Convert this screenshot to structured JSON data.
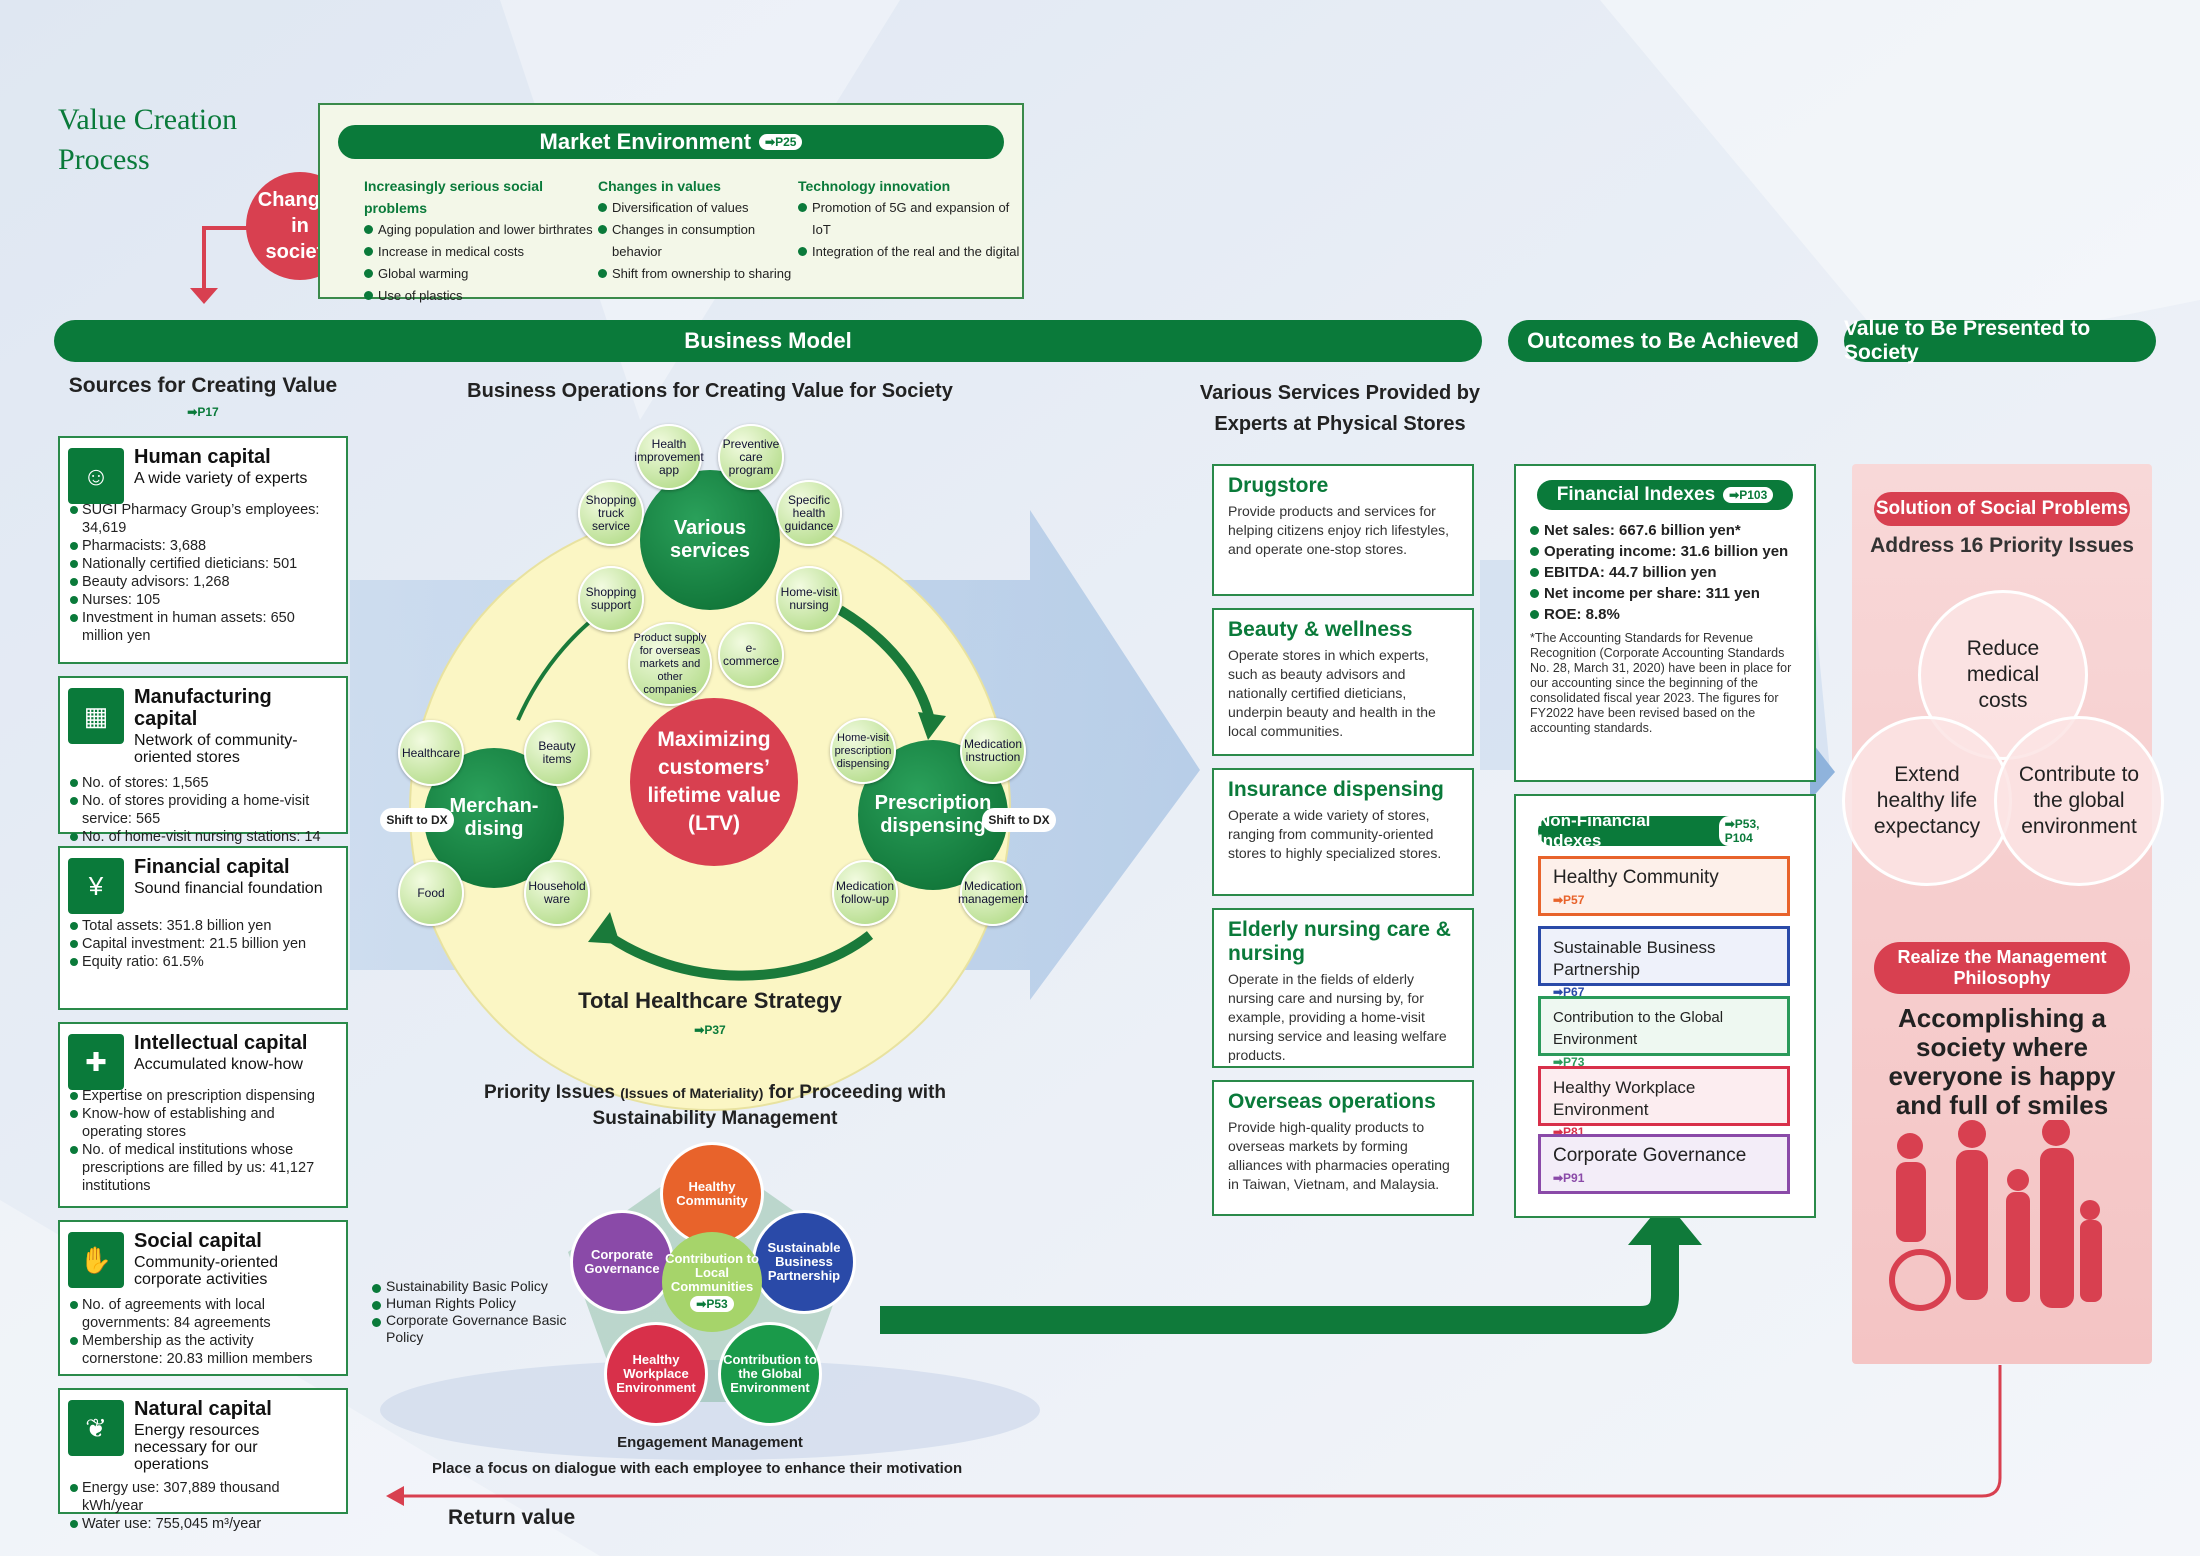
{
  "title": {
    "line1": "Value Creation",
    "line2": "Process"
  },
  "changes": "Changes in society",
  "market": {
    "title": "Market Environment",
    "ref": "➡P25",
    "cols": [
      {
        "head": "Increasingly serious social problems",
        "items": [
          "Aging population and lower birthrates",
          "Increase in medical costs",
          "Global warming",
          "Use of plastics"
        ]
      },
      {
        "head": "Changes in values",
        "items": [
          "Diversification of values",
          "Changes in consumption behavior",
          "Shift from ownership to sharing"
        ]
      },
      {
        "head": "Technology innovation",
        "items": [
          "Promotion of 5G and expansion of IoT",
          "Integration of the real and the digital"
        ]
      }
    ]
  },
  "bars": {
    "business_model": "Business Model",
    "outcomes": "Outcomes to Be Achieved",
    "value": "Value to Be Presented to Society"
  },
  "sources": {
    "title": "Sources for Creating Value",
    "ref": "➡P17"
  },
  "capitals": [
    {
      "title": "Human capital",
      "sub": "A wide variety of experts",
      "items": [
        "SUGI Pharmacy Group’s employees: 34,619",
        "Pharmacists: 3,688",
        "Nationally certified dieticians: 501",
        "Beauty advisors: 1,268",
        "Nurses: 105",
        "Investment in human assets: 650 million yen"
      ]
    },
    {
      "title": "Manufacturing capital",
      "sub": "Network of community-oriented stores",
      "items": [
        "No. of stores: 1,565",
        "No. of stores providing a home-visit service: 565",
        "No. of home-visit nursing stations: 14"
      ]
    },
    {
      "title": "Financial capital",
      "sub": "Sound financial foundation",
      "items": [
        "Total assets: 351.8 billion yen",
        "Capital investment: 21.5 billion yen",
        "Equity ratio: 61.5%"
      ]
    },
    {
      "title": "Intellectual capital",
      "sub": "Accumulated know-how",
      "items": [
        "Expertise on prescription dispensing",
        "Know-how of establishing and operating stores",
        "No. of medical institutions whose prescriptions are filled by us: 41,127 institutions"
      ]
    },
    {
      "title": "Social capital",
      "sub": "Community-oriented corporate activities",
      "items": [
        "No. of agreements with local governments: 84 agreements",
        "Membership as the activity cornerstone: 20.83 million members"
      ]
    },
    {
      "title": "Natural capital",
      "sub": "Energy resources necessary for our operations",
      "items": [
        "Energy use: 307,889 thousand kWh/year",
        "Water use: 755,045 m³/year"
      ]
    }
  ],
  "ops": {
    "title": "Business Operations for Creating Value for Society",
    "various": "Various services",
    "various_nodes": [
      "Health improvement app",
      "Preventive care program",
      "Specific health guidance",
      "Home-visit nursing",
      "e-commerce",
      "Product supply for overseas markets and other companies",
      "Shopping support",
      "Shopping truck service"
    ],
    "merch": "Merchan-dising",
    "merch_nodes": [
      "Healthcare",
      "Beauty items",
      "Household ware",
      "Food"
    ],
    "presc": "Prescription dispensing",
    "presc_nodes": [
      "Home-visit prescription dispensing",
      "Medication instruction",
      "Medication management",
      "Medication follow-up"
    ],
    "dx": "Shift to DX",
    "center": "Maximizing customers’ lifetime value (LTV)",
    "strategy": "Total Healthcare Strategy",
    "strategy_ref": "➡P37"
  },
  "priority": {
    "title_main": "Priority Issues",
    "title_paren": "(Issues of Materiality)",
    "title_rest": "for Proceeding with Sustainability Management",
    "center": "Contribution to Local Communities",
    "center_ref": "➡P53",
    "petals": [
      "Healthy Community",
      "Sustainable Business Partnership",
      "Contribution to the Global Environment",
      "Healthy Workplace Environment",
      "Corporate Governance"
    ],
    "policies": [
      "Sustainability Basic Policy",
      "Human Rights Policy",
      "Corporate Governance Basic Policy"
    ],
    "engagement": "Engagement Management",
    "dialogue": "Place a focus on dialogue with each employee to enhance their motivation",
    "return": "Return value"
  },
  "services": {
    "title": "Various Services Provided by Experts at Physical Stores",
    "items": [
      {
        "title": "Drugstore",
        "desc": "Provide products and services for helping citizens enjoy rich lifestyles, and operate one-stop stores."
      },
      {
        "title": "Beauty & wellness",
        "desc": "Operate stores in which experts, such as beauty advisors and nationally certified dieticians, underpin beauty and health in the local communities."
      },
      {
        "title": "Insurance dispensing",
        "desc": "Operate a wide variety of stores, ranging from community-oriented stores to highly specialized stores."
      },
      {
        "title": "Elderly nursing care & nursing",
        "desc": "Operate in the fields of elderly nursing care and nursing by, for example, providing a home-visit nursing service and leasing welfare products."
      },
      {
        "title": "Overseas operations",
        "desc": "Provide high-quality products to overseas markets by forming alliances with pharmacies operating in Taiwan, Vietnam, and Malaysia."
      }
    ]
  },
  "financial": {
    "title": "Financial Indexes",
    "ref": "➡P103",
    "items": [
      "Net sales: 667.6 billion yen*",
      "Operating income: 31.6 billion yen",
      "EBITDA: 44.7 billion yen",
      "Net income per share: 311 yen",
      "ROE: 8.8%"
    ],
    "note": "*The Accounting Standards for Revenue Recognition (Corporate Accounting Standards No. 28, March 31, 2020) have been in place for our accounting since the beginning of the consolidated fiscal year 2023. The figures for FY2022 have been revised based on the accounting standards."
  },
  "nonfinancial": {
    "title": "Non-Financial Indexes",
    "ref": "➡P53, P104",
    "items": [
      {
        "label": "Healthy Community",
        "ref": "➡P57",
        "color": "#e8632b"
      },
      {
        "label": "Sustainable Business Partnership",
        "ref": "➡P67",
        "color": "#2a4aa8"
      },
      {
        "label": "Contribution to the Global Environment",
        "ref": "➡P73",
        "color": "#2a9a5a"
      },
      {
        "label": "Healthy Workplace Environment",
        "ref": "➡P81",
        "color": "#d8304a"
      },
      {
        "label": "Corporate Governance",
        "ref": "➡P91",
        "color": "#8a4aa8"
      }
    ]
  },
  "value": {
    "solution": "Solution of Social Problems",
    "address": "Address 16 Priority Issues",
    "circles": [
      "Reduce medical costs",
      "Extend healthy life expectancy",
      "Contribute to the global environment"
    ],
    "realize": "Realize the Management Philosophy",
    "philosophy": "Accomplishing a society where everyone is happy and full of smiles"
  }
}
